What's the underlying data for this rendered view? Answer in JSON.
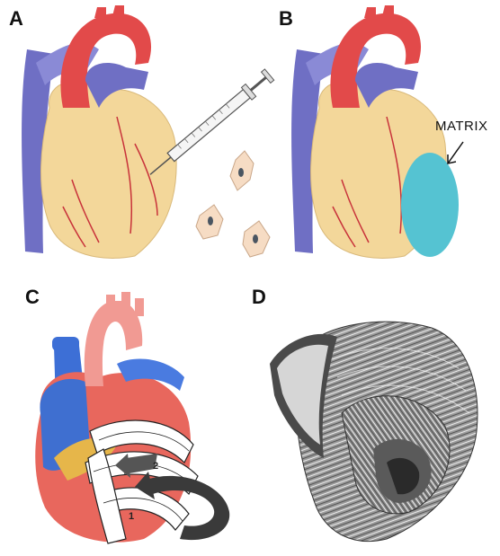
{
  "panels": [
    {
      "id": "A",
      "letter": "A"
    },
    {
      "id": "B",
      "letter": "B",
      "annotation": "MATRIX"
    },
    {
      "id": "C",
      "letter": "C",
      "band_numbers": [
        "1",
        "2"
      ]
    },
    {
      "id": "D",
      "letter": "D"
    }
  ],
  "colors": {
    "heart_body": "#f3d79a",
    "aorta_red": "#e24a4a",
    "vein_blue": "#6f6fc4",
    "vessel_line": "#c8323a",
    "matrix": "#55c3d2",
    "cell": "#f6dcc4",
    "band": "#ffffff",
    "arrow": "#3a3a3a"
  }
}
